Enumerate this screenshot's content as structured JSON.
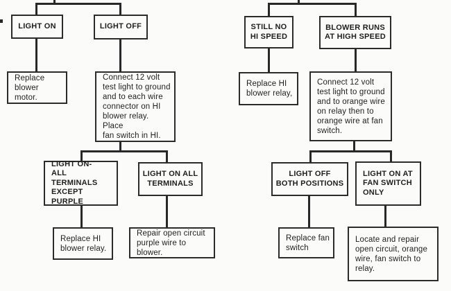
{
  "diagram": {
    "type": "flowchart",
    "ink_color": "#282828",
    "paper_color": "#fbfbfa"
  },
  "nodes": {
    "light_on": "LIGHT ON",
    "light_off": "LIGHT OFF",
    "replace_blower_motor": "Replace\nblower motor.",
    "connect_each_wire": "Connect 12 volt\ntest light to ground\nand to each wire\nconnector on HI\nblower relay. Place\nfan switch in HI.",
    "light_on_all_except_purple": "LIGHT ON-\nALL TERMINALS\nEXCEPT PURPLE",
    "light_on_all_terminals": "LIGHT ON ALL\nTERMINALS",
    "replace_hi_blower_relay_left": "Replace HI\nblower relay.",
    "repair_open_circuit_purple": "Repair open circuit\npurple wire to blower.",
    "still_no_hi_speed": "STILL NO\nHI SPEED",
    "blower_runs_high_speed": "BLOWER RUNS\nAT HIGH SPEED",
    "replace_hi_blower_relay_right": "Replace HI\nblower relay,",
    "connect_orange_wire": "Connect 12 volt\ntest light to ground\nand to orange wire\non relay then to\norange wire at fan\nswitch.",
    "light_off_both_positions": "LIGHT OFF\nBOTH POSITIONS",
    "light_on_fan_switch_only": "LIGHT ON AT\nFAN SWITCH\nONLY",
    "replace_fan_switch": "Replace fan\nswitch",
    "locate_repair_open_circuit": "Locate and repair\nopen circuit, orange\nwire, fan switch to\nrelay."
  }
}
